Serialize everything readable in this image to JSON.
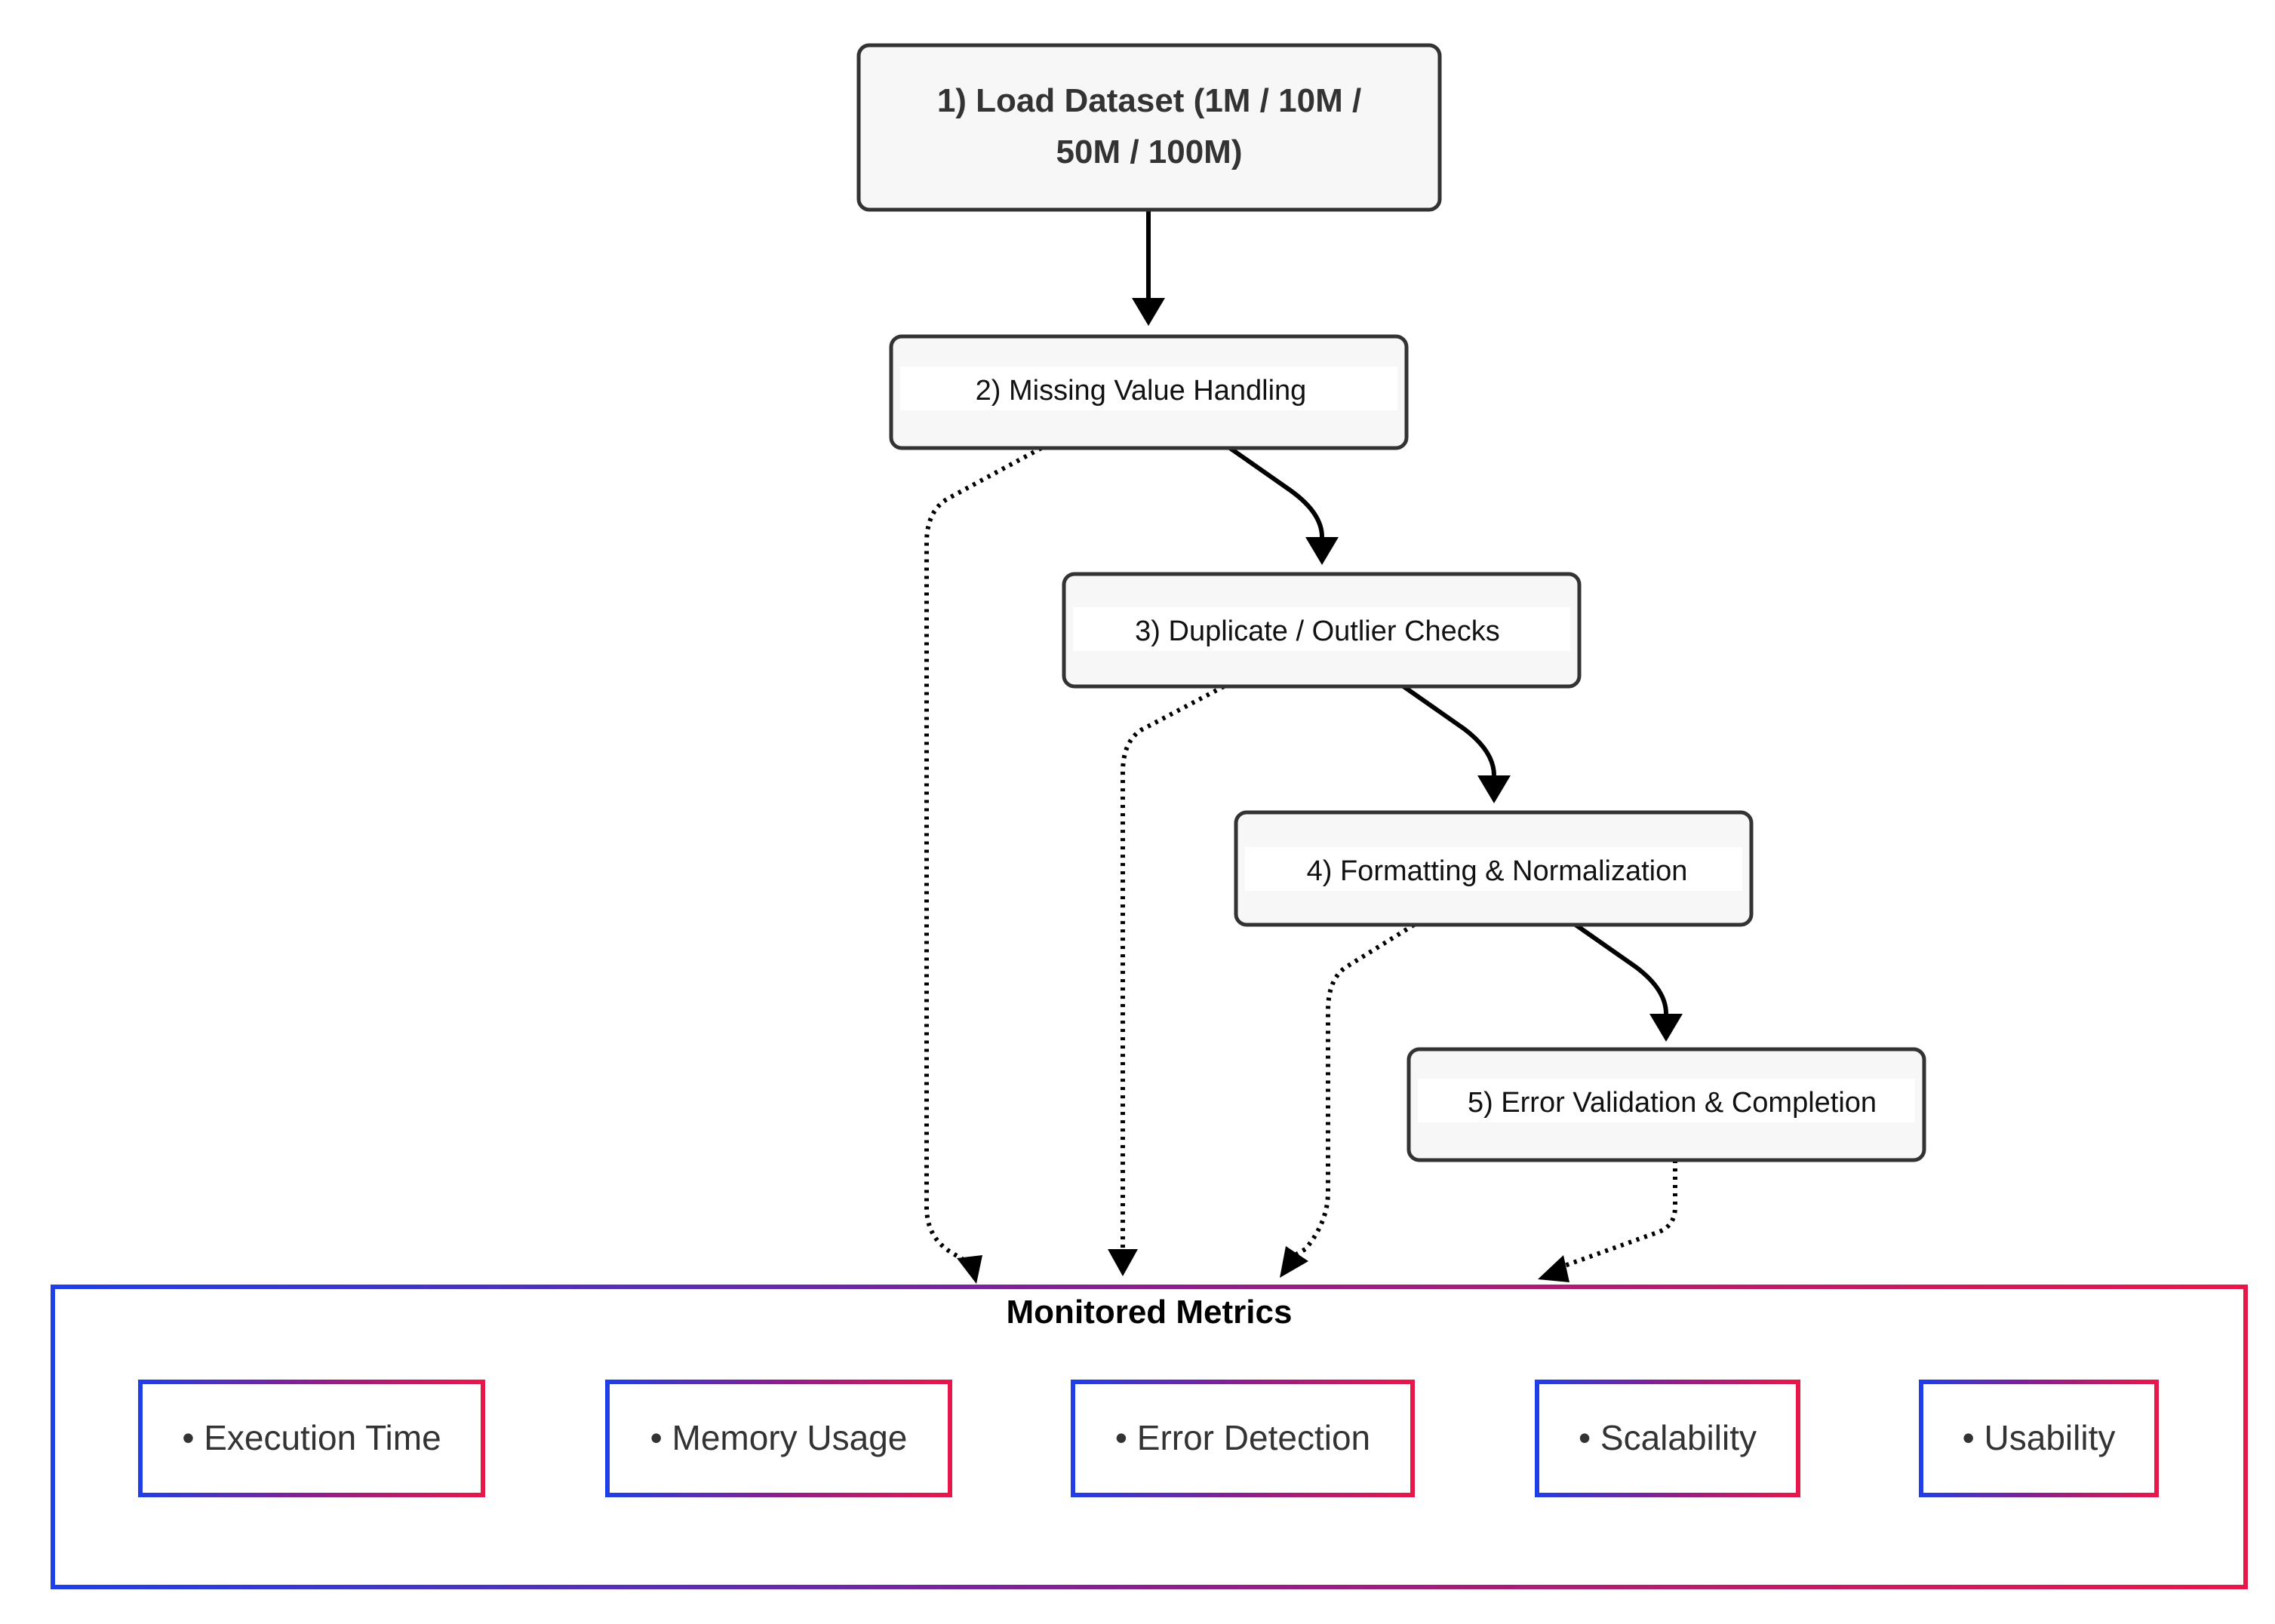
{
  "steps": [
    {
      "line1": "1) Load Dataset (1M / 10M /",
      "line2": "50M / 100M)"
    },
    {
      "line1": "2) Missing Value Handling"
    },
    {
      "line1": "3) Duplicate / Outlier Checks"
    },
    {
      "line1": "4) Formatting & Normalization"
    },
    {
      "line1": "5) Error Validation & Completion"
    }
  ],
  "metrics": {
    "title": "Monitored Metrics",
    "items": [
      {
        "label": "• Execution Time"
      },
      {
        "label": "• Memory Usage"
      },
      {
        "label": "• Error Detection"
      },
      {
        "label": "• Scalability"
      },
      {
        "label": "• Usability"
      }
    ]
  },
  "colors": {
    "gradient_start": "#1f3ee6",
    "gradient_end": "#e8174a",
    "node_fill": "#f7f7f7",
    "node_border": "#333333"
  }
}
